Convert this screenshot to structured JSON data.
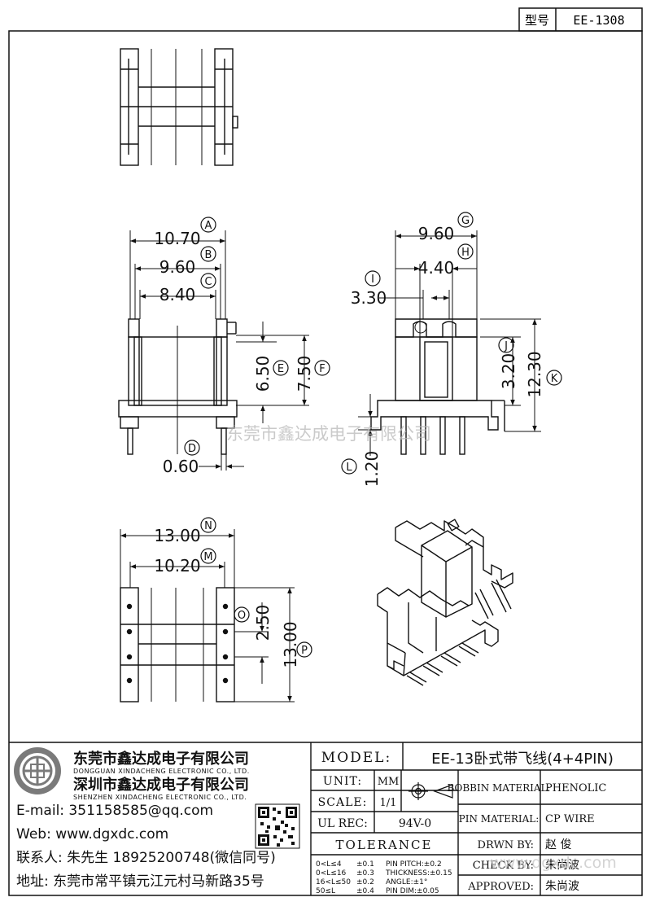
{
  "header": {
    "model_label": "型号",
    "model_value": "EE-1308"
  },
  "dimensions": {
    "top_view": [
      {
        "value": "10.70",
        "letter": "A"
      },
      {
        "value": "9.60",
        "letter": "B"
      },
      {
        "value": "8.40",
        "letter": "C"
      },
      {
        "value": "0.60",
        "letter": "D"
      },
      {
        "value": "6.50",
        "letter": "E"
      },
      {
        "value": "7.50",
        "letter": "F"
      }
    ],
    "side_view": [
      {
        "value": "9.60",
        "letter": "G"
      },
      {
        "value": "4.40",
        "letter": "H"
      },
      {
        "value": "3.30",
        "letter": "I"
      },
      {
        "value": "3.20",
        "letter": "J"
      },
      {
        "value": "12.30",
        "letter": "K"
      },
      {
        "value": "1.20",
        "letter": "L"
      }
    ],
    "bottom_view": [
      {
        "value": "13.00",
        "letter": "N"
      },
      {
        "value": "10.20",
        "letter": "M"
      },
      {
        "value": "2.50",
        "letter": "O"
      },
      {
        "value": "13.00",
        "letter": "P"
      }
    ]
  },
  "watermark_center": "东莞市鑫达成电子有限公司",
  "watermark_corner": "www.dgxdc.com",
  "company": {
    "name_dg": "东莞市鑫达成电子有限公司",
    "name_dg_en": "DONGGUAN XINDACHENG ELECTRONIC CO., LTD.",
    "name_sz": "深圳市鑫达成电子有限公司",
    "name_sz_en": "SHENZHEN XINDACHENG ELECTRONIC CO., LTD.",
    "email": "E-mail: 351158585@qq.com",
    "web": "Web: www.dgxdc.com",
    "contact": "联系人: 朱先生 18925200748(微信同号)",
    "address": "地址: 东莞市常平镇元江元村马新路35号"
  },
  "title_block": {
    "model_label": "MODEL:",
    "model_value": "EE-13卧式带飞线(4+4PIN)",
    "unit_label": "UNIT:",
    "unit_value": "MM",
    "scale_label": "SCALE:",
    "scale_value": "1/1",
    "ulrec_label": "UL REC:",
    "ulrec_value": "94V-0",
    "tolerance_label": "TOLERANCE",
    "tolerance_rows": [
      {
        "range": "0<L≤4",
        "tol": "±0.1",
        "item": "PIN PITCH:±0.2"
      },
      {
        "range": "0<L≤16",
        "tol": "±0.3",
        "item": "THICKNESS:±0.15"
      },
      {
        "range": "16<L≤50",
        "tol": "±0.2",
        "item": "ANGLE:±1°"
      },
      {
        "range": "50≤L",
        "tol": "±0.4",
        "item": "PIN DIM:±0.05"
      }
    ],
    "bobbin_label": "BOBBIN MATERIAL:",
    "bobbin_value": "PHENOLIC",
    "pin_label": "PIN MATERIAL:",
    "pin_value": "CP WIRE",
    "drwn_label": "DRWN BY:",
    "drwn_value": "赵  俊",
    "check_label": "CHECK BY:",
    "check_value": "朱尚波",
    "approved_label": "APPROVED:",
    "approved_value": "朱尚波"
  }
}
